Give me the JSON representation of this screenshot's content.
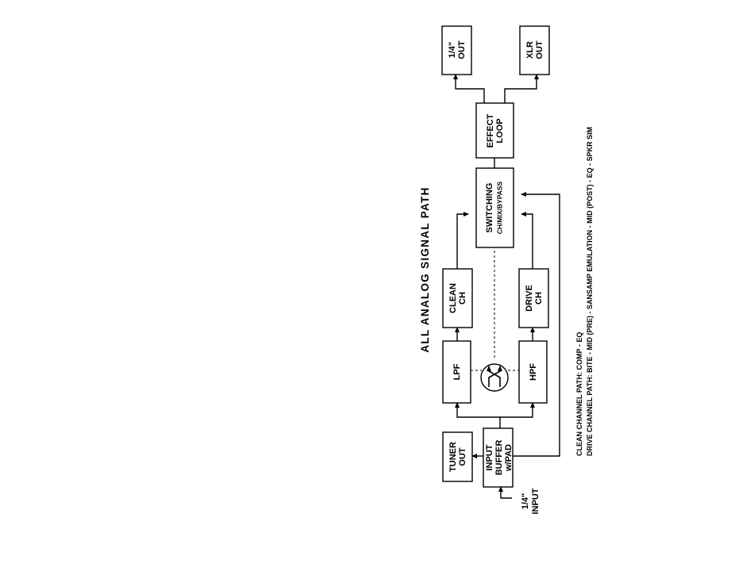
{
  "diagram": {
    "title": "ALL ANALOG SIGNAL PATH",
    "blocks": {
      "input_jack": [
        "1/4\"",
        "INPUT"
      ],
      "input_buffer": [
        "INPUT",
        "BUFFER",
        "w/PAD"
      ],
      "tuner_out": [
        "TUNER",
        "OUT"
      ],
      "lpf": [
        "LPF"
      ],
      "hpf": [
        "HPF"
      ],
      "clean_ch": [
        "CLEAN",
        "CH"
      ],
      "drive_ch": [
        "DRIVE",
        "CH"
      ],
      "switching": [
        "SWITCHING",
        "CH/MIX/BYPASS"
      ],
      "effect_loop": [
        "EFFECT",
        "LOOP"
      ],
      "quarter_out": [
        "1/4\"",
        "OUT"
      ],
      "xlr_out": [
        "XLR",
        "OUT"
      ]
    },
    "notes": {
      "clean_path": "CLEAN CHANNEL PATH:  COMP - EQ",
      "drive_path": "DRIVE CHANNEL PATH:  BITE - MID (PRE) - SANSAMP EMULATION - MID (POST) - EQ - SPKR SIM"
    }
  }
}
